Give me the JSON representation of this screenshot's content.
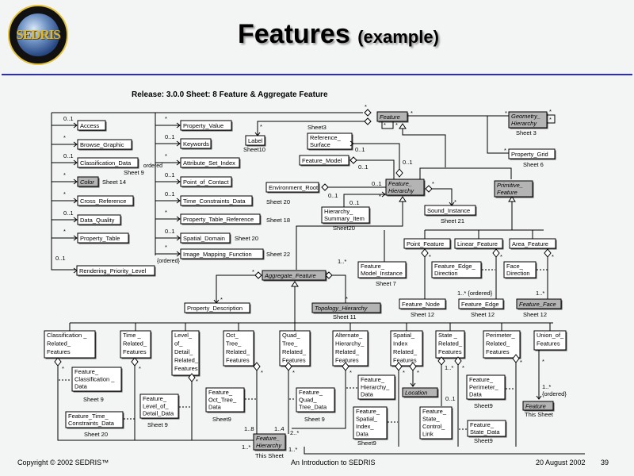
{
  "header": {
    "logo_text": "SEDRIS",
    "title": "Features",
    "title_sub": "(example)"
  },
  "diagram": {
    "release_line": "Release: 3.0.0  Sheet: 8  Feature & Aggregate Feature",
    "classes": {
      "access": "Access",
      "browse_graphic": "Browse_Graphic",
      "classification_data": "Classification_Data",
      "color": "Color",
      "cross_reference": "Cross_Reference",
      "data_quality": "Data_Quality",
      "property_table": "Property_Table",
      "rendering_priority_level": "Rendering_Priority_Level",
      "property_value": "Property_Value",
      "keywords": "Keywords",
      "attribute_set_index": "Attribute_Set_Index",
      "point_of_contact": "Point_of_Contact",
      "time_constraints_data": "Time_Constraints_Data",
      "property_table_reference": "Property_Table_Reference",
      "spatial_domain": "Spatial_Domain",
      "image_mapping_function": "Image_Mapping_Function",
      "label": "Label",
      "feature": "Feature",
      "geometry_hierarchy": [
        "Geometry_",
        "Hierarchy"
      ],
      "property_grid": "Property_Grid",
      "reference_surface": [
        "Reference_",
        "Surface"
      ],
      "feature_model": "Feature_Model",
      "environment_root": "Environment_Root",
      "feature_hierarchy": [
        "Feature_",
        "Hierarchy"
      ],
      "hierarchy_summary_item": [
        "Hierarchy_",
        "Summary_Item"
      ],
      "sound_instance": "Sound_Instance",
      "primitive_feature": [
        "Primitive_",
        "Feature"
      ],
      "point_feature": "Point_Feature",
      "linear_feature": "Linear_Feature",
      "area_feature": "Area_Feature",
      "feature_model_instance": [
        "Feature_",
        "Model_Instance"
      ],
      "feature_edge_direction": [
        "Feature_Edge_",
        "Direction"
      ],
      "face_direction": [
        "Face_",
        "Direction"
      ],
      "feature_node": "Feature_Node",
      "feature_edge": "Feature_Edge",
      "feature_face": "Feature_Face",
      "aggregate_feature": "Aggregate_Feature",
      "property_description": "Property_Description",
      "topology_hierarchy": "Topology_Hierarchy",
      "classification_related_features": [
        "Classification _",
        "Related_",
        "Features"
      ],
      "time_related_features": [
        "Time _",
        "Related_",
        "Features"
      ],
      "lod_related_features": [
        "Level_",
        "of_",
        "Detail_",
        "Related_",
        "Features"
      ],
      "oct_tree_related_features": [
        "Oct_",
        "Tree_",
        "Related_",
        "Features"
      ],
      "quad_tree_related_features": [
        "Quad_",
        "Tree_",
        "Related_",
        "Features"
      ],
      "alternate_hierarchy_related_features": [
        "Alternate_",
        "Hierarchy_",
        "Related_",
        "Features"
      ],
      "spatial_index_related_features": [
        "Spatial_",
        "Index",
        "Related_",
        "Features"
      ],
      "state_related_features": [
        "State _",
        "Related_",
        "Features"
      ],
      "perimeter_related_features": [
        "Perimeter_",
        "Related_",
        "Features"
      ],
      "union_of_features": [
        "Union_of_",
        "Features"
      ],
      "feature_classification_data": [
        "Feature_",
        "Classification _",
        "Data"
      ],
      "feature_time_constraints_data": [
        "Feature_Time_",
        "Constraints_Data"
      ],
      "feature_lod_data": [
        "Feature_",
        "Level_of_",
        "Detail_Data"
      ],
      "feature_oct_tree_data": [
        "Feature_",
        "Oct_Tree_",
        "Data"
      ],
      "feature_quad_tree_data": [
        "Feature_",
        "Quad_",
        "Tree_Data"
      ],
      "feature_hierarchy_data": [
        "Feature_",
        "Hierarchy_",
        "Data"
      ],
      "feature_spatial_index_data": [
        "Feature_",
        "Spatial_",
        "Index_",
        "Data"
      ],
      "location": "Location",
      "feature_state_control_link": [
        "Feature_",
        "State_",
        "Control_",
        "Link"
      ],
      "feature_state_data": [
        "Feature_",
        "State_Data"
      ],
      "feature_perimeter_data": [
        "Feature_",
        "Perimeter_",
        "Data"
      ],
      "feature_bottom": "Feature",
      "feature_hierarchy_bottom": [
        "Feature_",
        "Hierarchy"
      ]
    },
    "sheet_notes": {
      "sheet9_a": "Sheet 9",
      "sheet14": "Sheet 14",
      "sheet20_a": "Sheet 20",
      "sheet18": "Sheet 18",
      "sheet20_b": "Sheet 20",
      "sheet22": "Sheet 22",
      "sheet10": "Sheet10",
      "sheet3_a": "Sheet3",
      "sheet3_b": "Sheet 3",
      "sheet6": "Sheet 6",
      "sheet20_c": "Sheet20",
      "sheet21": "Sheet 21",
      "sheet7": "Sheet 7",
      "sheet11": "Sheet 11",
      "sheet12_a": "Sheet 12",
      "sheet12_b": "Sheet 12",
      "sheet12_c": "Sheet 12",
      "sheet9_b": "Sheet 9",
      "sheet20_d": "Sheet 20",
      "sheet9_c": "Sheet 9",
      "sheet9_d": "Sheet9",
      "sheet9_e": "Sheet 9",
      "sheet9_f": "Sheet9",
      "sheet9_g": "Sheet9",
      "sheet9_h": "Sheet9",
      "this_sheet_a": "This Sheet",
      "this_sheet_b": "This Sheet"
    },
    "multiplicities": {
      "m01": "0..1",
      "many": "*",
      "ordered": "{ordered}",
      "ordered_cut": "ordered",
      "one_many": "1..*",
      "one_many_ordered": "1..* {ordered}",
      "one_eight": "1..8",
      "one_four": "1..4",
      "two_many": "2..*"
    }
  },
  "footer": {
    "copyright": "Copyright © 2002 SEDRIS™",
    "center": "An Introduction to SEDRIS",
    "date": "20 August 2002",
    "page": "39"
  }
}
